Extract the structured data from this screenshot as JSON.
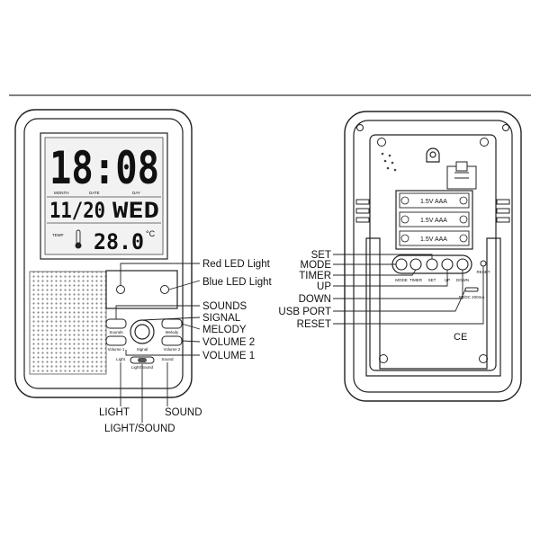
{
  "front": {
    "display": {
      "time": "18:08",
      "date": "11/20",
      "weekday": "WED",
      "temperature": "28.0",
      "unit": "°C",
      "labels": {
        "month": "MONTH",
        "date": "DATE",
        "day": "DAY",
        "temp": "TEMP"
      }
    },
    "button_labels": {
      "sounds": "Sounds",
      "melody": "Melody",
      "volume1": "Volume 1",
      "signal": "Signal",
      "volume2": "Volume 2",
      "light": "Light",
      "light_sound": "Light/Sound",
      "sound": "Sound"
    },
    "callouts": {
      "red_led": "Red LED Light",
      "blue_led": "Blue LED Light",
      "sounds": "SOUNDS",
      "signal": "SIGNAL",
      "melody": "MELODY",
      "volume2": "VOLUME 2",
      "volume1": "VOLUME 1",
      "light": "LIGHT",
      "sound": "SOUND",
      "light_sound": "LIGHT/SOUND"
    }
  },
  "back": {
    "battery": [
      "1.5V AAA",
      "1.5V AAA",
      "1.5V AAA"
    ],
    "button_labels": [
      "MODE",
      "TIMER",
      "SET",
      "UP",
      "DOWN"
    ],
    "reset_label": "RESET",
    "usb_label": "5V/DC 200mA",
    "ce_mark": "CE",
    "callouts": {
      "set": "SET",
      "mode": "MODE",
      "timer": "TIMER",
      "up": "UP",
      "down": "DOWN",
      "usb_port": "USB PORT",
      "reset": "RESET"
    }
  }
}
